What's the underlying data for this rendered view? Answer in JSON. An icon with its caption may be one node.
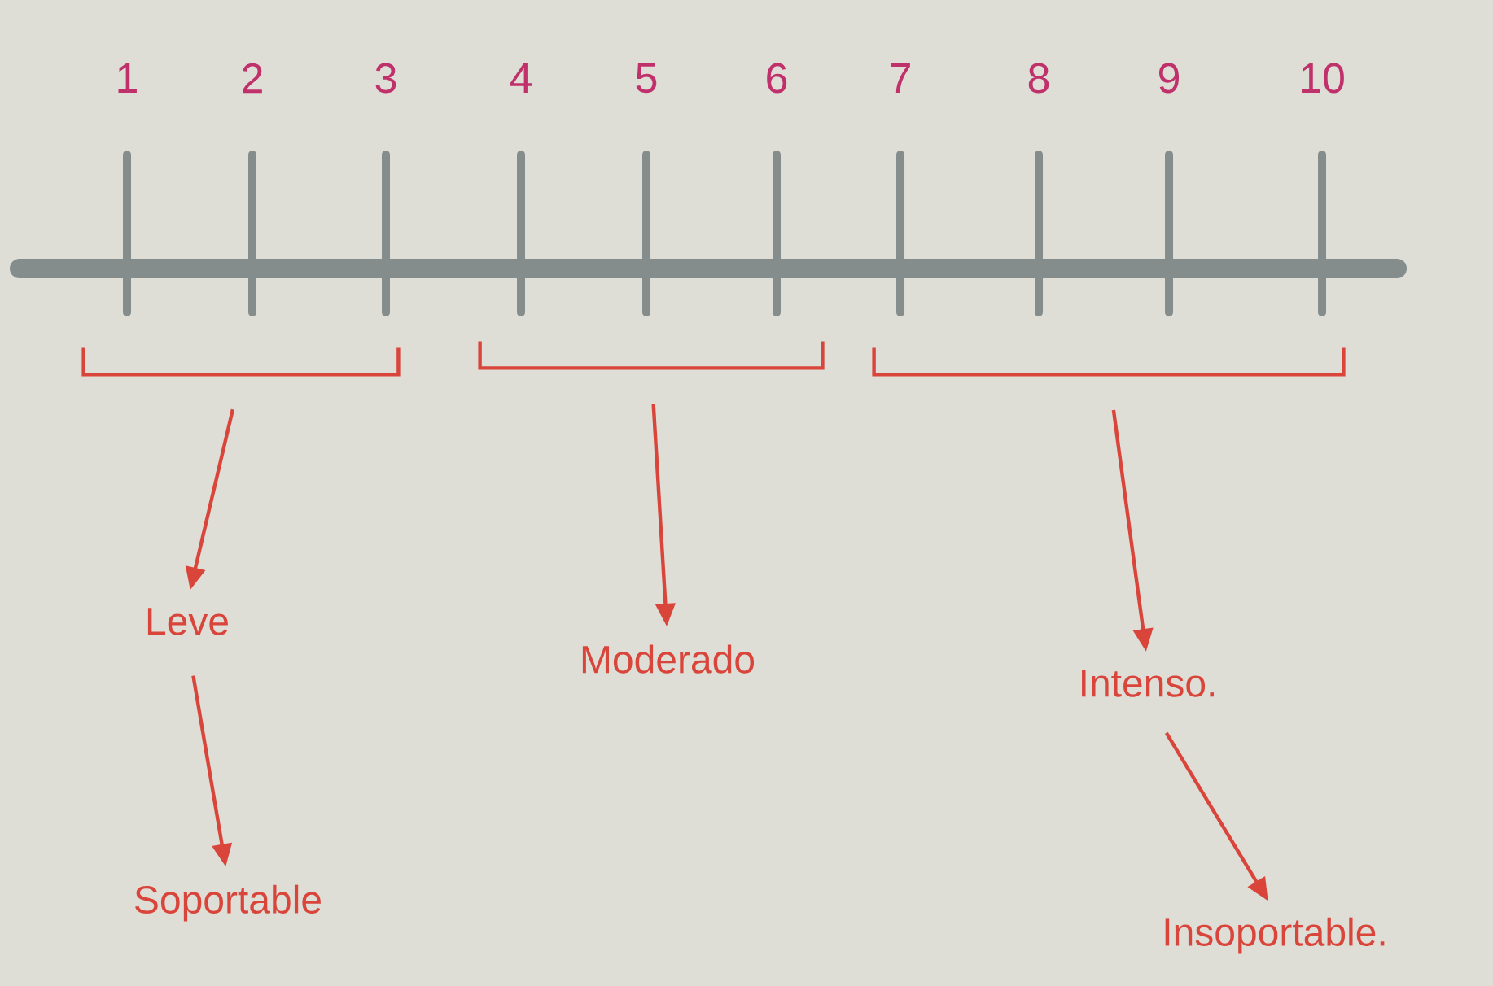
{
  "diagram": {
    "nodes": [
      {
        "text": [],
        "shape": "bracket"
      },
      {
        "text": [],
        "shape": "bracket"
      },
      {
        "text": [],
        "shape": "bracket"
      },
      {
        "text": [
          "Leve"
        ]
      },
      {
        "text": [
          "Soportable"
        ]
      },
      {
        "text": [
          "Moderado"
        ]
      },
      {
        "text": [
          "Intenso."
        ]
      },
      {
        "text": [
          "Insoportable."
        ]
      }
    ],
    "edges": [
      {
        "from": 0,
        "to": 3,
        "arrow": "to"
      },
      {
        "from": 3,
        "to": 4,
        "arrow": "to"
      },
      {
        "from": 1,
        "to": 5,
        "arrow": "to"
      },
      {
        "from": 2,
        "to": 6,
        "arrow": "to"
      },
      {
        "from": 6,
        "to": 7,
        "arrow": "to"
      }
    ],
    "labels": [
      "1",
      "2",
      "3",
      "4",
      "5",
      "6",
      "7",
      "8",
      "9",
      "10"
    ]
  }
}
